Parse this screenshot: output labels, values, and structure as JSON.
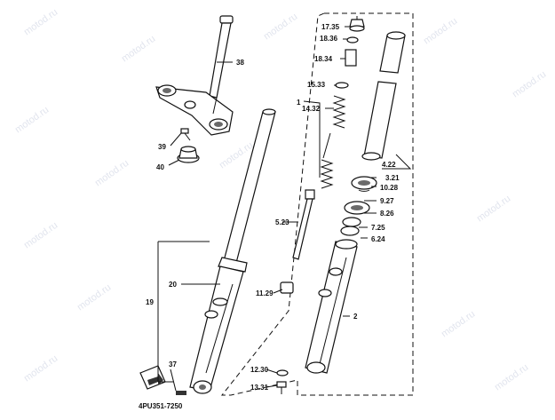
{
  "watermark": "motod.ru",
  "diagram_code": "4PU351-7250",
  "callouts": {
    "p38": "38",
    "p39": "39",
    "p40": "40",
    "p17": "17.35",
    "p18": "18.36",
    "p1834": "18.34",
    "p15": "15.33",
    "p1": "1",
    "p14": "14.32",
    "p4": "4.22",
    "p3": "3.21",
    "p10": "10.28",
    "p9": "9.27",
    "p8": "8.26",
    "p5": "5.23",
    "p7": "7.25",
    "p6": "6.24",
    "p20": "20",
    "p19": "19",
    "p11": "11.29",
    "p2": "2",
    "p37": "37",
    "p12": "12.30",
    "p13": "13.31"
  }
}
